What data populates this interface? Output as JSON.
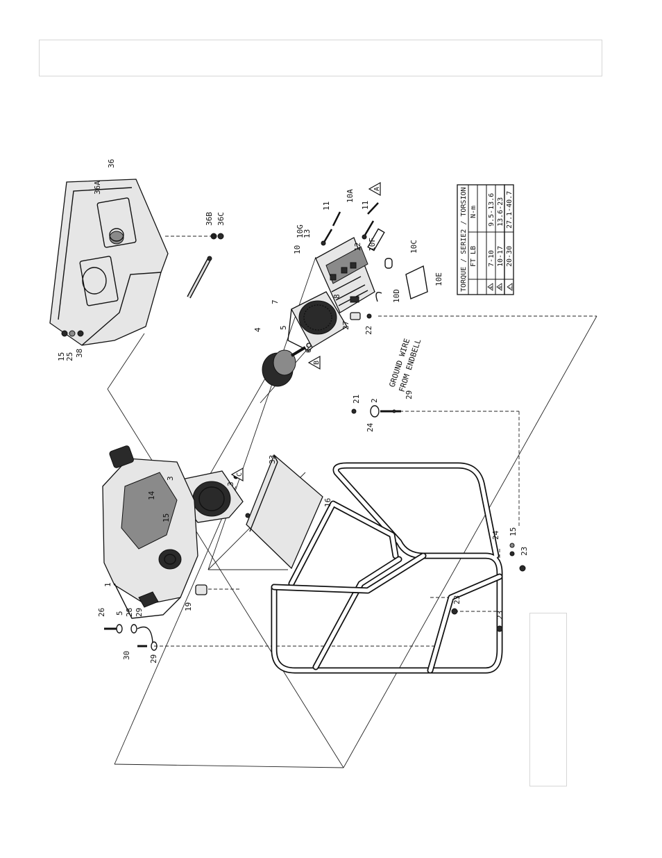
{
  "labels": {
    "p15a": "15",
    "p25": "25",
    "p38": "38",
    "p36": "36",
    "p36a": "36A",
    "p36b": "36B",
    "p36c": "36C",
    "p11a": "11",
    "p11b": "11",
    "p10a": "10A",
    "p10g": "10G",
    "p13": "13",
    "p10": "10",
    "p12": "12",
    "p10f": "10F",
    "p10c": "10C",
    "p10d": "10D",
    "p10e": "10E",
    "p7": "7",
    "p8": "8",
    "p27": "27",
    "p22": "22",
    "p4": "4",
    "p5": "5",
    "p6": "6",
    "p21": "21",
    "p2": "2",
    "p24a": "24",
    "p29a": "29",
    "p14": "14",
    "p15b": "15",
    "p3a": "3",
    "p3b": "3",
    "p33": "33",
    "p16": "16",
    "p1": "1",
    "p19": "19",
    "p26": "26",
    "p5b": "5",
    "p28": "28",
    "p29b": "29",
    "p30": "30",
    "p29c": "29",
    "p23a": "23",
    "p23b": "23",
    "p23c": "23",
    "p24b": "24",
    "p15c": "15",
    "ground_wire_line1": "GROUND WIRE",
    "ground_wire_line2": "FROM ENDBELL",
    "callout_a": "A",
    "callout_b": "B",
    "callout_c": "C"
  },
  "torque_table": {
    "title": "TORQUE / SERIE2 / TORSION",
    "col_ftlb": "FT LB",
    "col_nm": "N-m",
    "rows": [
      {
        "mark": "A",
        "ftlb": "7-10",
        "nm": "9.5-13.6"
      },
      {
        "mark": "B",
        "ftlb": "10-17",
        "nm": "13.6-23"
      },
      {
        "mark": "C",
        "ftlb": "20-30",
        "nm": "27.1-40.7"
      }
    ]
  }
}
